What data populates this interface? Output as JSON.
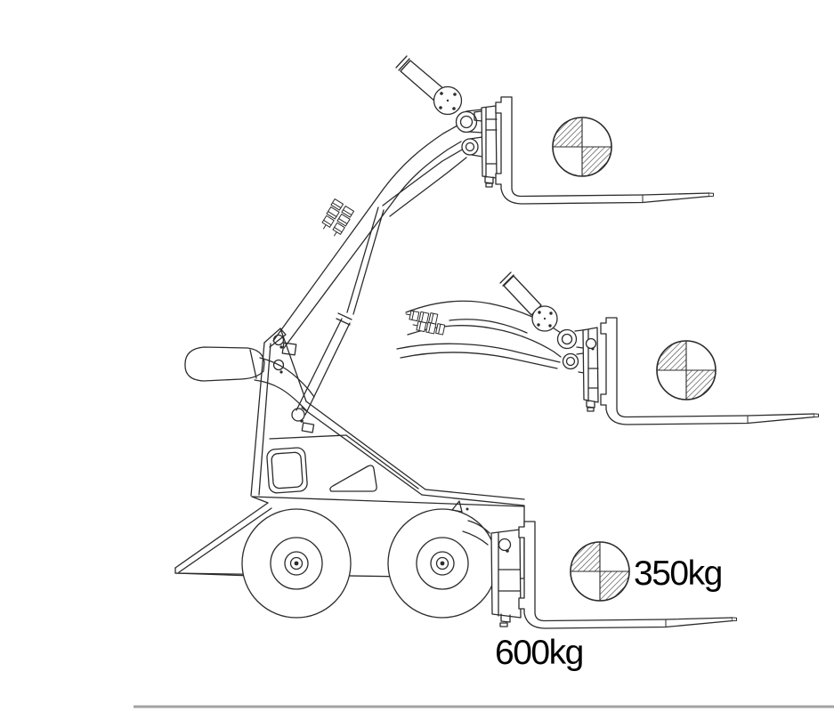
{
  "page": {
    "background": "#ffffff"
  },
  "diagram": {
    "type": "technical-line-drawing",
    "subject": "compact mini loader with pallet forks shown in raised, mid and lowered positions",
    "labels": {
      "capacity_at_height": "350kg",
      "capacity_at_ground": "600kg"
    },
    "icons": {
      "center_of_gravity": "quartered circle with two opposite hatched quadrants"
    },
    "colors": {
      "line": "#2b2b2b",
      "label_text": "#000000",
      "baseline": "#a3a3a3",
      "background": "#ffffff"
    },
    "fork_positions": [
      "raised",
      "mid",
      "lowered"
    ]
  }
}
